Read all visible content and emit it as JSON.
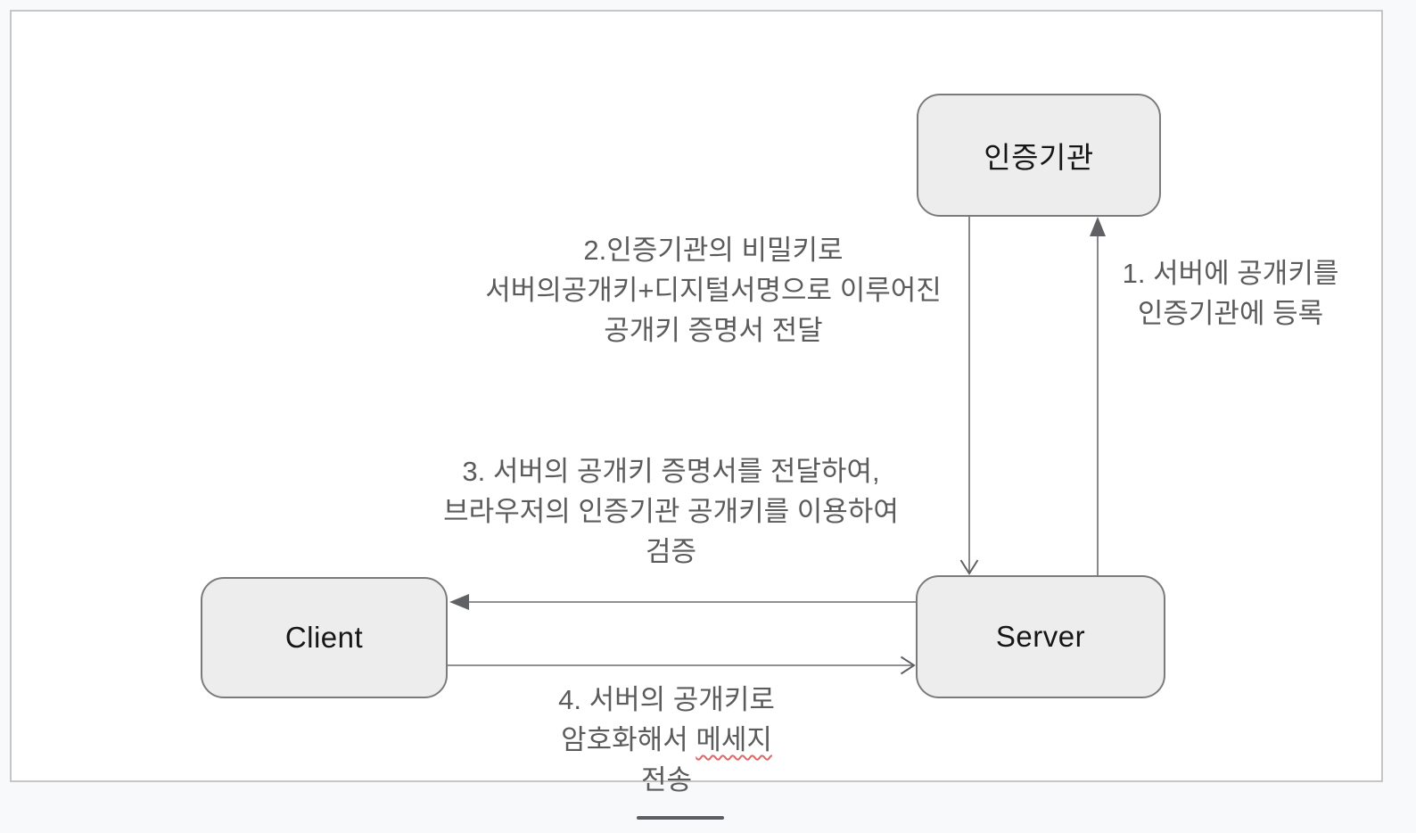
{
  "diagram": {
    "nodes": {
      "certificate_authority": {
        "label": "인증기관"
      },
      "client": {
        "label": "Client"
      },
      "server": {
        "label": "Server"
      }
    },
    "annotations": {
      "step1": {
        "lines": [
          "1. 서버에 공개키를",
          "인증기관에 등록"
        ]
      },
      "step2": {
        "lines": [
          "2.인증기관의 비밀키로",
          "서버의공개키+디지털서명으로 이루어진",
          "공개키 증명서 전달"
        ]
      },
      "step3": {
        "lines": [
          "3. 서버의 공개키 증명서를 전달하여,",
          "브라우저의 인증기관 공개키를 이용하여",
          "검증"
        ]
      },
      "step4": {
        "line1": "4. 서버의 공개키로",
        "line2_prefix": "암호화해서 ",
        "line2_misspelled": "메세지",
        "line3": "전송"
      }
    },
    "arrows": [
      {
        "name": "server-to-ca",
        "head": "solid-triangle"
      },
      {
        "name": "ca-to-server",
        "head": "open-v"
      },
      {
        "name": "server-to-client",
        "head": "solid-triangle"
      },
      {
        "name": "client-to-server",
        "head": "open-v"
      }
    ],
    "colors": {
      "page_background": "#f8f9fa",
      "canvas_background": "#ffffff",
      "canvas_border": "#c6c6c6",
      "node_fill": "#ededed",
      "node_border": "#7b7b7b",
      "node_text": "#161616",
      "annotation_text": "#5b5b5b",
      "arrow": "#6b6b6b",
      "spellcheck_underline": "#e06666"
    }
  }
}
